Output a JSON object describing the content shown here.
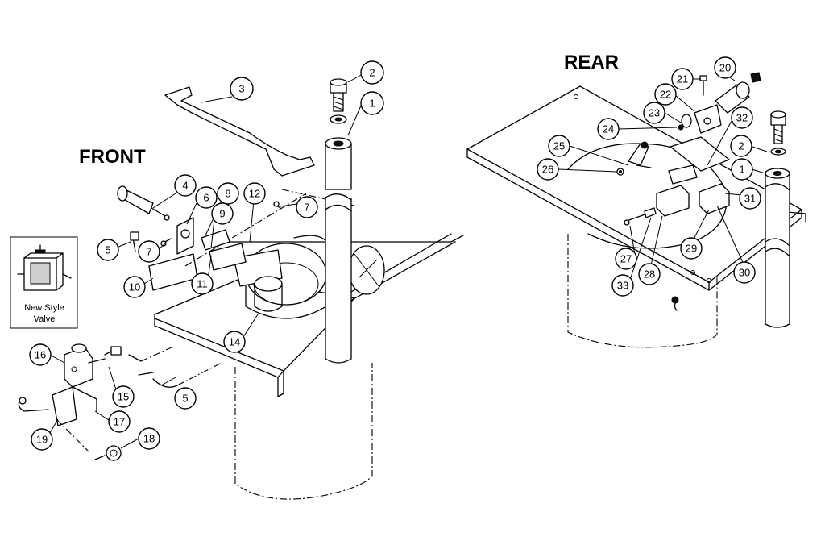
{
  "labels": {
    "front": "FRONT",
    "rear": "REAR"
  },
  "inset": {
    "line1": "New Style",
    "line2": "Valve"
  },
  "callouts": [
    "1",
    "1",
    "2",
    "2",
    "3",
    "4",
    "5",
    "5",
    "6",
    "7",
    "7",
    "8",
    "9",
    "10",
    "11",
    "12",
    "14",
    "15",
    "16",
    "17",
    "18",
    "19",
    "20",
    "21",
    "22",
    "23",
    "24",
    "25",
    "26",
    "27",
    "28",
    "29",
    "30",
    "31",
    "32",
    "33"
  ]
}
